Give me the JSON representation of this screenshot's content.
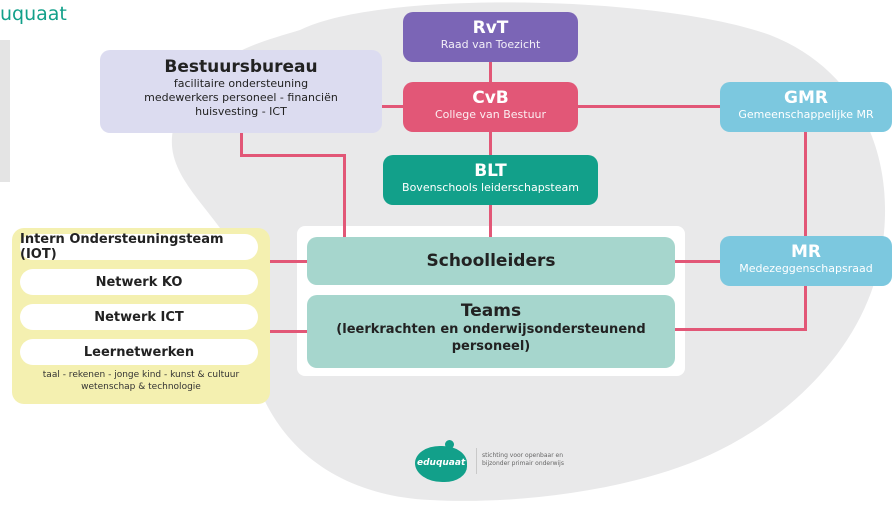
{
  "brand_fragment": "uquaat",
  "nodes": {
    "rvt": {
      "title": "RvT",
      "subtitle": "Raad van Toezicht"
    },
    "cvb": {
      "title": "CvB",
      "subtitle": "College van Bestuur"
    },
    "blt": {
      "title": "BLT",
      "subtitle": "Bovenschools leiderschapsteam"
    },
    "bestuursbureau": {
      "title": "Bestuursbureau",
      "lines": [
        "facilitaire ondersteuning",
        "medewerkers personeel - financiën",
        "huisvesting - ICT"
      ]
    },
    "gmr": {
      "title": "GMR",
      "subtitle": "Gemeenschappelijke MR"
    },
    "mr": {
      "title": "MR",
      "subtitle": "Medezeggenschapsraad"
    },
    "schoolleiders": {
      "title": "Schoolleiders"
    },
    "teams": {
      "title": "Teams",
      "subtitle_lines": [
        "(leerkrachten en onderwijsondersteunend",
        "personeel)"
      ]
    }
  },
  "left_panel": {
    "items": [
      "Intern Ondersteuningsteam (IOT)",
      "Netwerk KO",
      "Netwerk ICT",
      "Leernetwerken"
    ],
    "footer_lines": [
      "taal - rekenen - jonge kind - kunst & cultuur",
      "wetenschap & technologie"
    ]
  },
  "footer_logo": {
    "text": "eduquaat",
    "tagline_lines": [
      "stichting voor openbaar en",
      "bijzonder primair onderwijs"
    ]
  },
  "colors": {
    "rvt": "#7b65b6",
    "cvb": "#e25777",
    "blt": "#12a08a",
    "bestuursbureau": "#dcdcf0",
    "gmr": "#7cc8df",
    "mr": "#7cc8df",
    "schoolleiders": "#a6d6cd",
    "teams": "#a6d6cd",
    "left_panel": "#f4f0b0",
    "connector": "#e25777",
    "blob": "#e9e9ea",
    "brand": "#12a08a"
  }
}
